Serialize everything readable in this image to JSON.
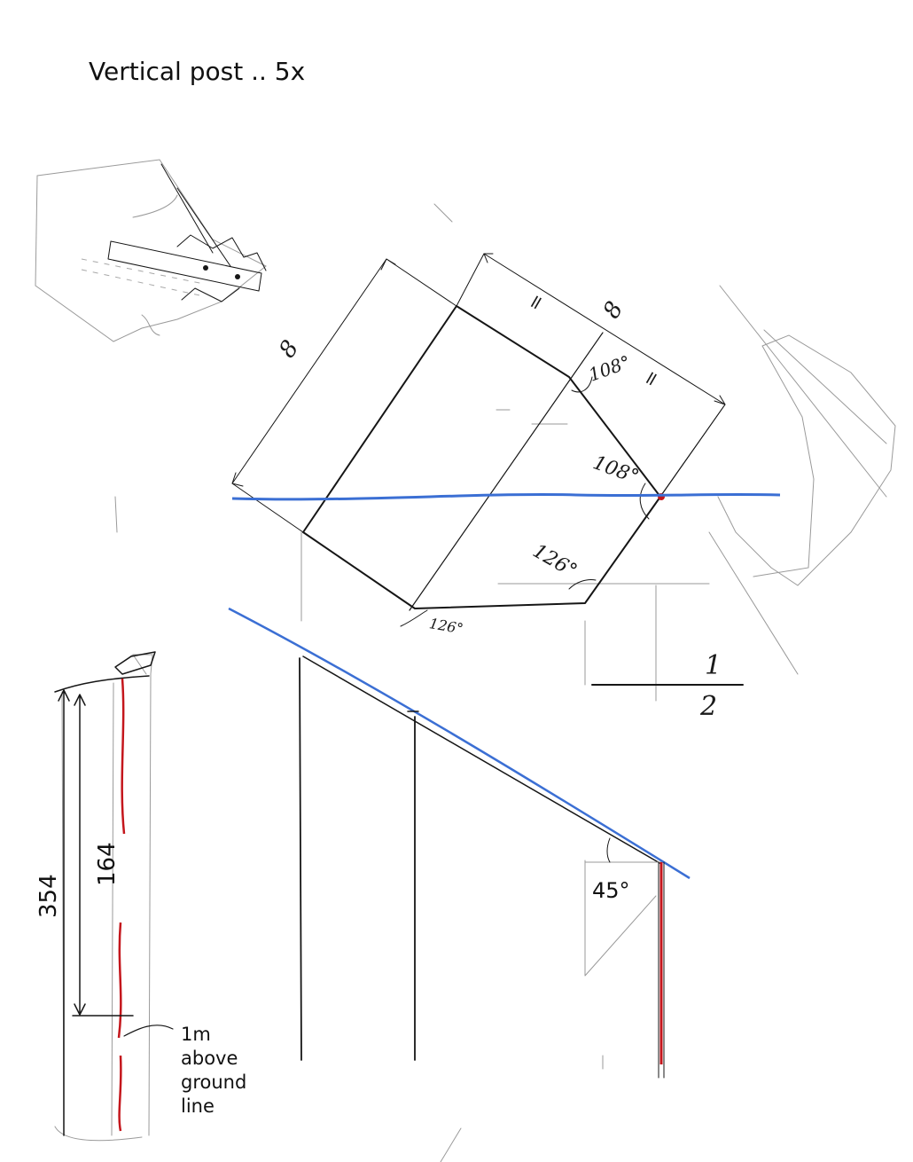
{
  "title": "Vertical post .. 5x",
  "plan": {
    "dimension_left": "8",
    "dimension_top": "8",
    "tick_top_1": "=",
    "tick_top_2": "=",
    "angle_top": "108°",
    "angle_right": "108°",
    "angle_bottom_right": "126°",
    "angle_bottom_left": "126°"
  },
  "ratio": {
    "numerator": "1",
    "denominator": "2"
  },
  "roof_angle": "45°",
  "post": {
    "total_length": "354",
    "upper_length": "164",
    "note_line1": "1m",
    "note_line2": "above",
    "note_line3": "ground",
    "note_line4": "line"
  },
  "colors": {
    "ink": "#161616",
    "blue_line": "#3b6fd4",
    "red_line": "#c4161c"
  }
}
